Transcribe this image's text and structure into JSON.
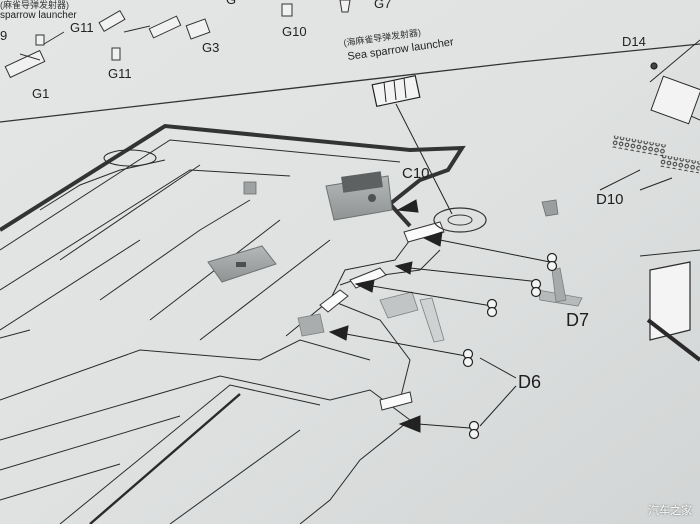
{
  "instruction_sheet": {
    "header_cn": "(海麻雀导弹发射器)",
    "header_en": "Sea sparrow launcher",
    "top_left_header_cn": "(麻雀导弹发射器)",
    "top_left_header_en": "sparrow launcher",
    "part_labels": {
      "g1": "G1",
      "g3": "G3",
      "g7": "G7",
      "g10": "G10",
      "g11_a": "G11",
      "g11_b": "G11",
      "c10": "C10",
      "d6": "D6",
      "d7": "D7",
      "d10": "D10",
      "d14": "D14",
      "g_small": "G",
      "nine": "9"
    }
  },
  "watermark": "汽车之家"
}
